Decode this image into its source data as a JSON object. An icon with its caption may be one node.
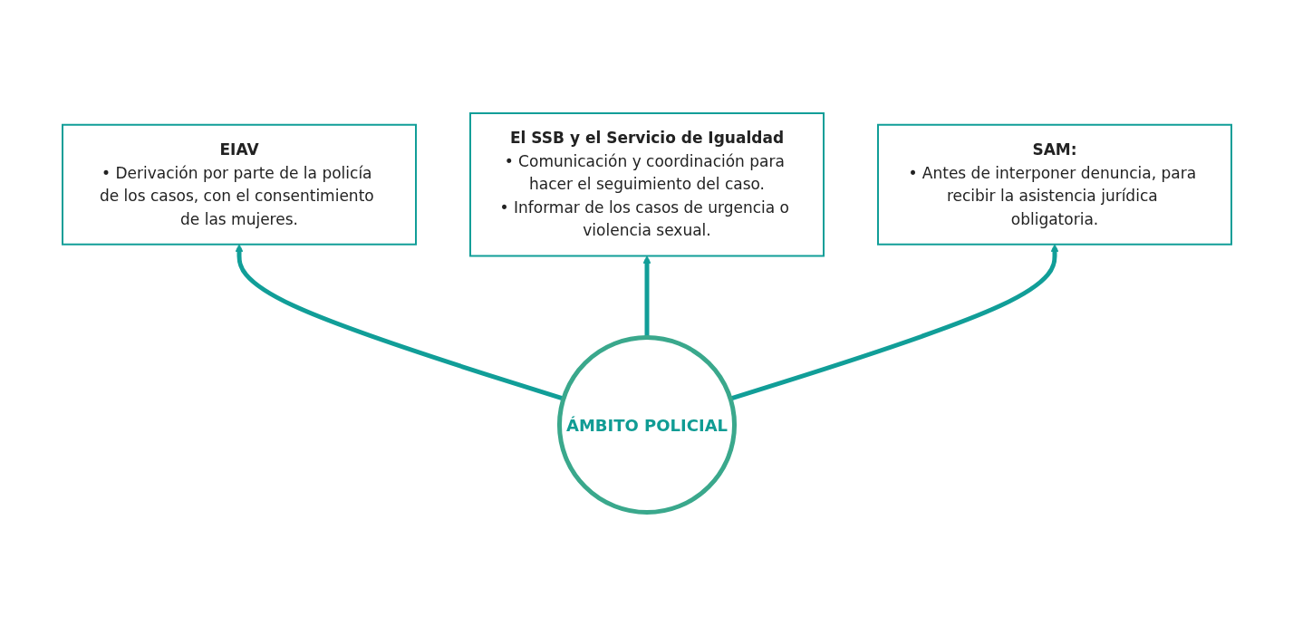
{
  "diagram": {
    "nodes": [
      {
        "text": [
          "ÁMBITO POLICIAL"
        ]
      },
      {
        "text": [
          "EIAV",
          "• Derivación por parte de la policía de los casos, con el consentimiento de las mujeres."
        ]
      },
      {
        "text": [
          "El SSB y el Servicio de Igualdad",
          "• Comunicación y coordinación para hacer el seguimiento del caso.",
          "• Informar de los casos de urgencia o violencia sexual."
        ]
      },
      {
        "text": [
          "SAM:",
          "• Antes de interponer denuncia, para recibir la asistencia jurídica obligatoria."
        ]
      }
    ],
    "edges": [
      {
        "from": 0,
        "to": 1,
        "arrow": "to"
      },
      {
        "from": 0,
        "to": 2,
        "arrow": "to"
      },
      {
        "from": 0,
        "to": 3,
        "arrow": "to"
      }
    ]
  }
}
